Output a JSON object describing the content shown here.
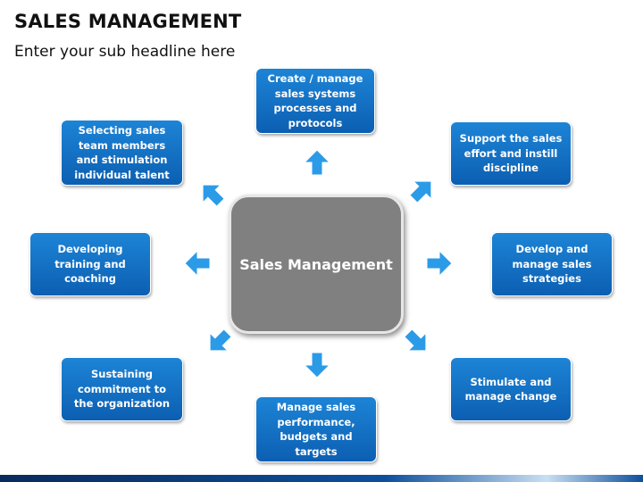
{
  "page": {
    "title": "SALES MANAGEMENT",
    "subtitle": "Enter your sub headline here"
  },
  "center": {
    "label": "Sales Management"
  },
  "nodes": {
    "top": "Create / manage sales systems processes and protocols",
    "top_right": "Support the sales effort and instill discipline",
    "right": "Develop and manage sales strategies",
    "bottom_right": "Stimulate and manage change",
    "bottom": "Manage sales performance, budgets and targets",
    "bottom_left": "Sustaining commitment to the organization",
    "left": "Developing training and coaching",
    "top_left": "Selecting sales team members and stimulation individual talent"
  },
  "colors": {
    "node_fill": "#1576c9",
    "center_fill": "#808080",
    "arrow_fill": "#2b9be8"
  }
}
